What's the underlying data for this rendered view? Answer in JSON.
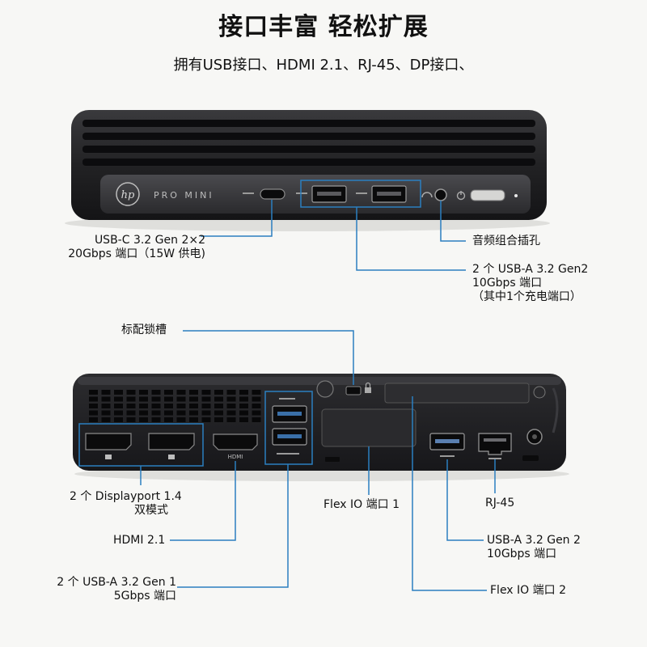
{
  "heading": {
    "title": "接口丰富 轻松扩展",
    "subtitle": "拥有USB接口、HDMI 2.1、RJ-45、DP接口、"
  },
  "front": {
    "brand_logo": "hp",
    "model_text": "PRO MINI",
    "labels": {
      "usb_c": [
        "USB-C 3.2 Gen 2×2",
        "20Gbps 端口（15W 供电)"
      ],
      "audio": [
        "音频组合插孔"
      ],
      "usb_a": [
        "2 个 USB-A 3.2 Gen2",
        "10Gbps 端口",
        "（其中1个充电端口）"
      ]
    }
  },
  "rear": {
    "port_marks": {
      "hdmi": "HDMI"
    },
    "labels": {
      "lock_slot": [
        "标配锁槽"
      ],
      "displayport": [
        "2 个 Displayport 1.4",
        "双模式"
      ],
      "hdmi": [
        "HDMI 2.1"
      ],
      "usb_a_gen1": [
        "2 个 USB-A 3.2 Gen 1",
        "5Gbps 端口"
      ],
      "flex_io_1": [
        "Flex IO 端口 1"
      ],
      "flex_io_2": [
        "Flex IO  端口 2"
      ],
      "rj45": [
        "RJ-45"
      ],
      "usb_a_gen2": [
        "USB-A 3.2 Gen 2",
        "10Gbps 端口"
      ]
    }
  },
  "colors": {
    "callout": "#2b7fc0",
    "chassis": "#1d1d1f",
    "background": "#f7f7f5"
  }
}
